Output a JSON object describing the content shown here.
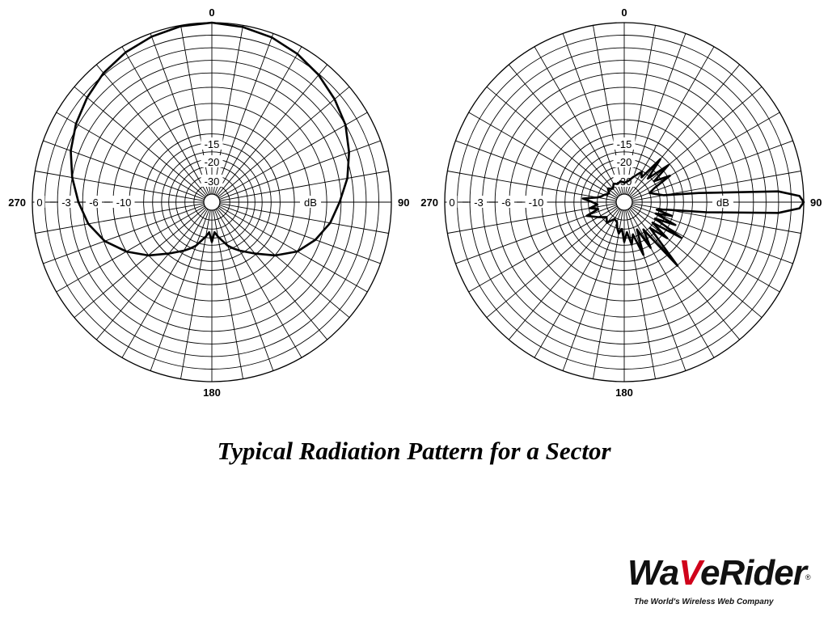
{
  "caption": "Typical Radiation Pattern for a Sector",
  "logo": {
    "name_part1": "Wa",
    "name_part2": "V",
    "name_part3": "eRider",
    "registered": "®",
    "tagline": "The World's Wireless Web Company"
  },
  "chart_data": [
    {
      "type": "polar",
      "name": "horizontal-pattern",
      "angle_labels": {
        "top": "0",
        "right": "90",
        "bottom": "180",
        "left": "270"
      },
      "radial_ticks": [
        "0",
        "-3",
        "-6",
        "-10",
        "-15",
        "-20",
        "-30"
      ],
      "unit_label": "dB",
      "direction": "clockwise",
      "series": [
        {
          "angle_deg": [
            0,
            10,
            20,
            30,
            40,
            50,
            60,
            70,
            80,
            90,
            100,
            110,
            120,
            130,
            140,
            150,
            155,
            160,
            165,
            170,
            175,
            180,
            185,
            190,
            195,
            200,
            205,
            210,
            220,
            230,
            240,
            250,
            260,
            270,
            280,
            290,
            300,
            310,
            320,
            330,
            340,
            350
          ],
          "gain_db": [
            0,
            -0.2,
            -0.5,
            -1,
            -1.6,
            -2.3,
            -3,
            -4,
            -5,
            -6.2,
            -7.2,
            -8.5,
            -10,
            -12,
            -14,
            -16,
            -17.5,
            -19,
            -22,
            -25,
            -28,
            -22,
            -28,
            -25,
            -22,
            -19,
            -17.5,
            -16,
            -14,
            -12,
            -10,
            -8,
            -6.5,
            -5.5,
            -4.5,
            -3.5,
            -2.7,
            -2,
            -1.3,
            -0.8,
            -0.4,
            -0.1
          ]
        }
      ]
    },
    {
      "type": "polar",
      "name": "vertical-pattern",
      "angle_labels": {
        "top": "0",
        "right": "90",
        "bottom": "180",
        "left": "270"
      },
      "radial_ticks": [
        "0",
        "-3",
        "-6",
        "-10",
        "-15",
        "-20",
        "-30"
      ],
      "unit_label": "dB",
      "direction": "clockwise",
      "series": [
        {
          "angle_deg": [
            0,
            10,
            20,
            30,
            35,
            40,
            45,
            50,
            55,
            60,
            65,
            70,
            75,
            80,
            83,
            86,
            88,
            90,
            92,
            94,
            97,
            100,
            103,
            106,
            110,
            114,
            118,
            122,
            126,
            130,
            135,
            140,
            145,
            150,
            155,
            160,
            165,
            170,
            175,
            180,
            185,
            190,
            195,
            200,
            210,
            220,
            230,
            240,
            250,
            255,
            260,
            265,
            270,
            275,
            280,
            285,
            290,
            300,
            310,
            320,
            330,
            340,
            350
          ],
          "gain_db": [
            -34,
            -33,
            -30,
            -25,
            -28,
            -16,
            -26,
            -15.5,
            -24,
            -17,
            -26,
            -30,
            -27,
            -22,
            -13,
            -3,
            -0.5,
            0,
            -0.5,
            -3,
            -12,
            -20,
            -26,
            -18,
            -26,
            -16,
            -25,
            -14,
            -25,
            -16,
            -24,
            -12,
            -26,
            -17,
            -28,
            -16,
            -26,
            -20,
            -28,
            -22,
            -30,
            -27,
            -30,
            -33,
            -34,
            -30,
            -32,
            -28,
            -22,
            -30,
            -25,
            -30,
            -27,
            -21,
            -30,
            -32,
            -33,
            -35,
            -33,
            -35,
            -33,
            -34,
            -33
          ]
        }
      ]
    }
  ]
}
